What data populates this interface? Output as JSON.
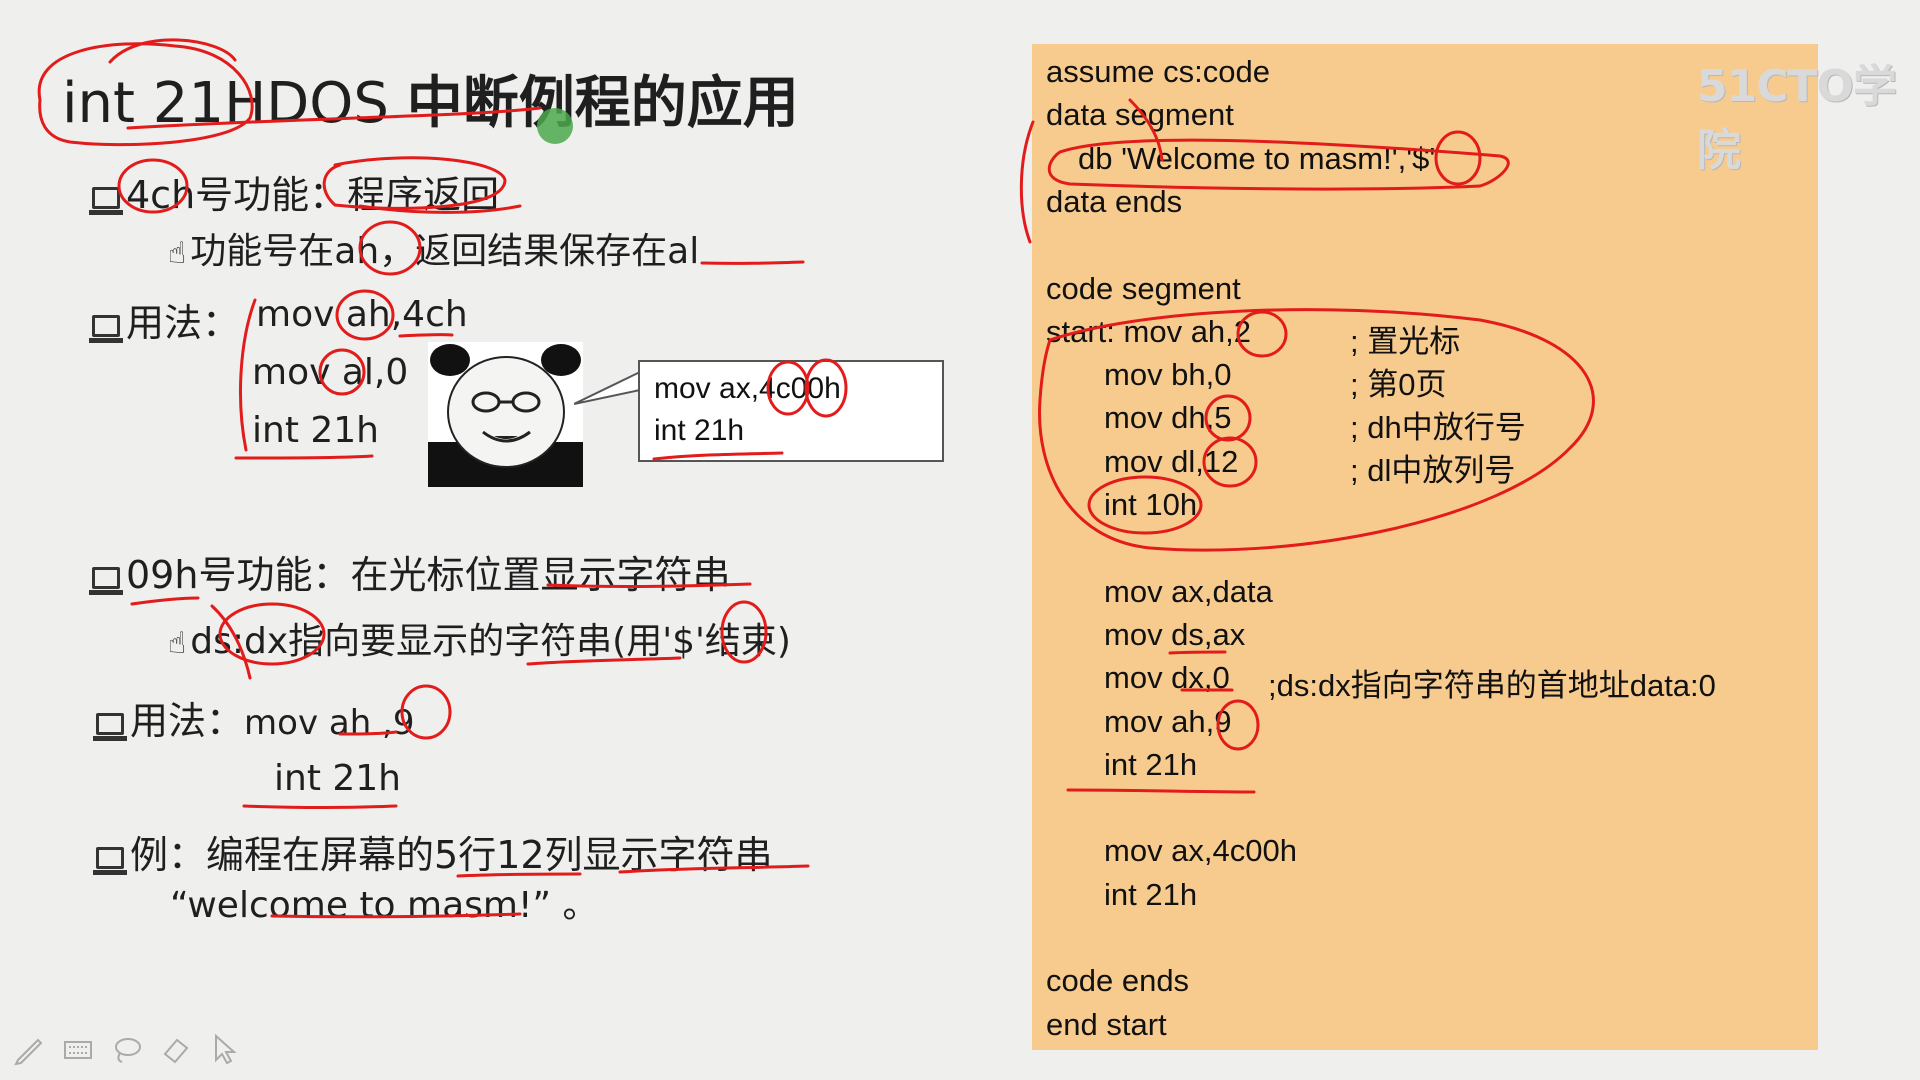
{
  "watermark": "51CTO学院",
  "slide": {
    "title_latin": "int 21HDOS ",
    "title_cjk": "中断例程的应用",
    "bullet1": {
      "number": "4ch",
      "label": "号功能：",
      "desc": "程序返回"
    },
    "bullet1_sub": "功能号在ah，返回结果保存在al",
    "usage1_label": "用法：",
    "usage1_lines": [
      "mov ah,4ch",
      "mov al,0",
      "int 21h"
    ],
    "callout_lines": [
      "mov ax,4c00h",
      "int 21h"
    ],
    "bullet2": {
      "number": "09h",
      "label": "号功能：",
      "desc": "在光标位置显示字符串"
    },
    "bullet2_sub": "ds:dx指向要显示的字符串(用'$'结束)",
    "usage2_label": "用法：",
    "usage2_lines": [
      "mov ah ,9",
      "int 21h"
    ],
    "example_label": "例：",
    "example_text": "编程在屏幕的5行12列显示字符串",
    "example_string": "“welcome to masm!” 。"
  },
  "code": {
    "lines": [
      "assume cs:code",
      "data segment",
      "  db 'Welcome to masm!','$'",
      "data ends",
      "",
      "code segment",
      "start: mov ah,2",
      "mov bh,0",
      "mov dh,5",
      "mov dl,12",
      "int 10h",
      "",
      "mov ax,data",
      "mov ds,ax",
      "mov dx,0",
      "mov ah,9",
      "int 21h",
      "",
      "mov ax,4c00h",
      "int 21h",
      "",
      "code ends",
      "end start"
    ],
    "comments": {
      "c1": "; 置光标",
      "c2": "; 第0页",
      "c3": "; dh中放行号",
      "c4": "; dl中放列号",
      "c5": ";ds:dx指向字符串的首地址data:0"
    }
  },
  "icons": {
    "bullet": "computer-icon",
    "sub_bullet": "hand-pointer-icon",
    "tools": [
      "pen-icon",
      "keyboard-icon",
      "lasso-icon",
      "eraser-icon",
      "cursor-icon"
    ]
  },
  "colors": {
    "background": "#efefee",
    "code_panel": "#f7cb8d",
    "ink": "#e21b1b"
  }
}
